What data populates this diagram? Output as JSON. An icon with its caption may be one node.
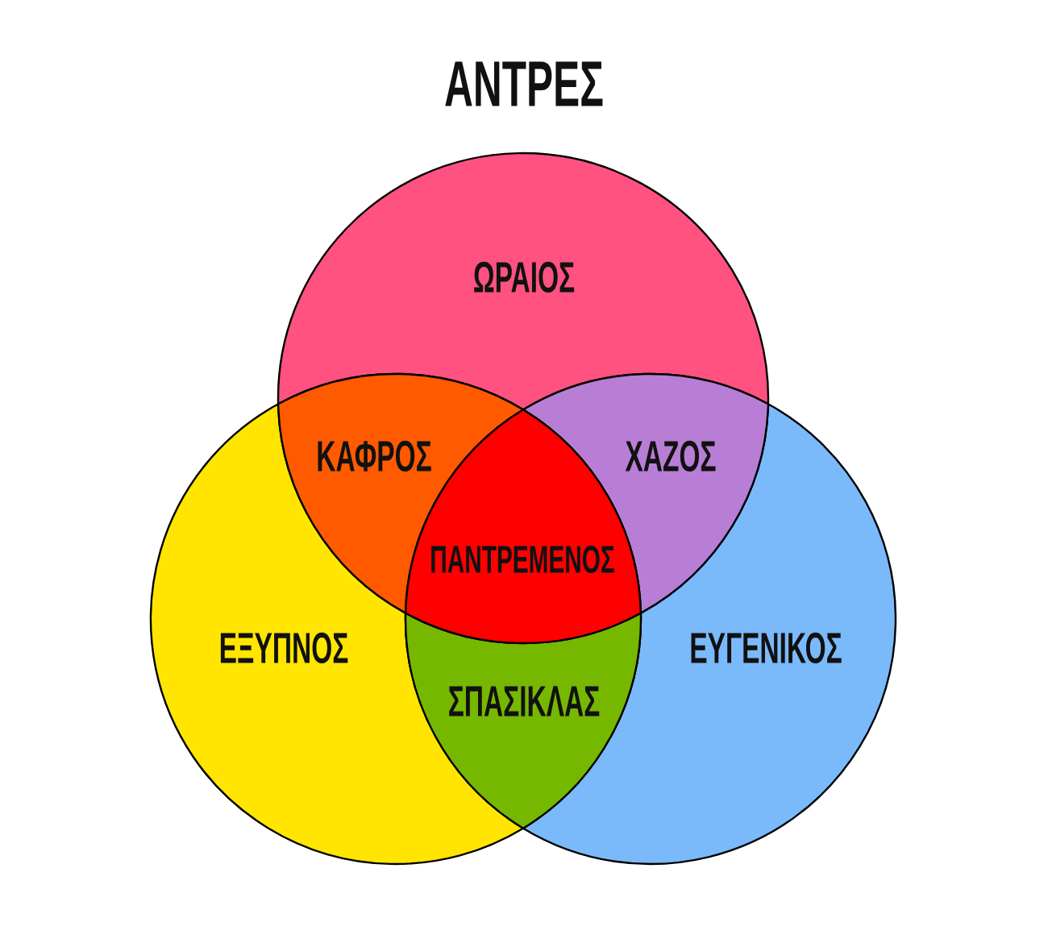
{
  "diagram": {
    "title": "ΑΝΤΡΕΣ",
    "nodes": [
      {
        "text": [
          "ΩΡΑΙΟΣ"
        ]
      },
      {
        "text": [
          "ΚΑΦΡΟΣ"
        ]
      },
      {
        "text": [
          "ΧΑΖΟΣ"
        ]
      },
      {
        "text": [
          "ΠΑΝΤΡΕΜΕΝΟΣ"
        ]
      },
      {
        "text": [
          "ΕΞΥΠΝΟΣ"
        ]
      },
      {
        "text": [
          "ΕΥΓΕΝΙΚΟΣ"
        ]
      },
      {
        "text": [
          "ΣΠΑΣΙΚΛΑΣ"
        ]
      }
    ]
  }
}
